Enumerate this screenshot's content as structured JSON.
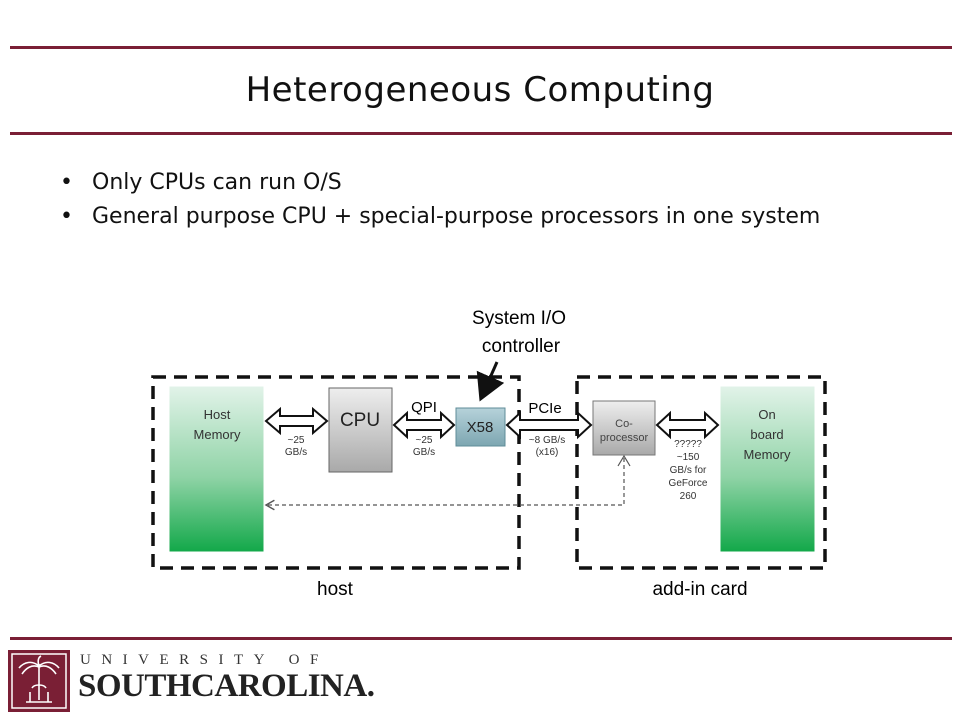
{
  "slide": {
    "title": "Heterogeneous Computing",
    "bullets": [
      "Only CPUs can run O/S",
      "General purpose CPU + special-purpose processors in one system"
    ]
  },
  "diagram": {
    "callout": {
      "line1": "System I/O",
      "line2": "controller"
    },
    "host_memory": {
      "line1": "Host",
      "line2": "Memory"
    },
    "cpu": "CPU",
    "x58": "X58",
    "coprocessor": {
      "line1": "Co-",
      "line2": "processor"
    },
    "onboard_memory": {
      "line1": "On",
      "line2": "board",
      "line3": "Memory"
    },
    "link_mem_cpu": {
      "line1": "~25",
      "line2": "GB/s"
    },
    "qpi_label": "QPI",
    "link_qpi": {
      "line1": "~25",
      "line2": "GB/s"
    },
    "pcie_label": "PCIe",
    "link_pcie": {
      "line1": "~8 GB/s",
      "line2": "(x16)"
    },
    "link_onboard": {
      "line1": "?????",
      "line2": "~150",
      "line3": "GB/s for",
      "line4": "GeForce",
      "line5": "260"
    },
    "host_label": "host",
    "card_label": "add-in card"
  },
  "footer": {
    "university_top": "UNIVERSITY OF",
    "university_main": "SOUTHCAROLINA."
  },
  "colors": {
    "accent": "#7a1f35",
    "memory_top": "#dff2e7",
    "memory_bottom": "#13a84a",
    "x58_fill": "#8fb5bf"
  }
}
